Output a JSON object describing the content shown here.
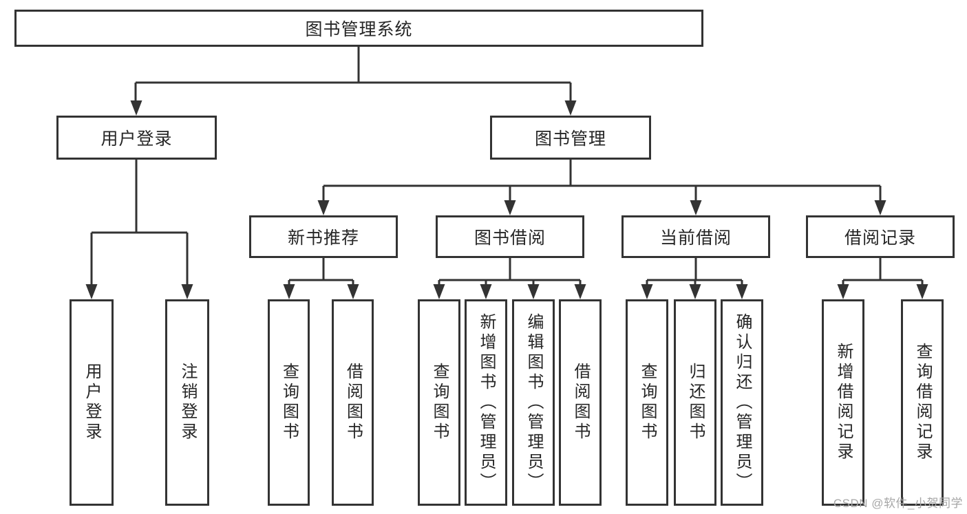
{
  "diagram": {
    "type": "hierarchy",
    "nodes": {
      "root": {
        "label": "图书管理系统"
      },
      "branches": [
        {
          "label": "用户登录"
        },
        {
          "label": "图书管理"
        }
      ],
      "sections": [
        {
          "label": "新书推荐",
          "parent": "图书管理"
        },
        {
          "label": "图书借阅",
          "parent": "图书管理"
        },
        {
          "label": "当前借阅",
          "parent": "图书管理"
        },
        {
          "label": "借阅记录",
          "parent": "图书管理"
        }
      ],
      "leaves": [
        {
          "label": "用户登录",
          "parent": "用户登录"
        },
        {
          "label": "注销登录",
          "parent": "用户登录"
        },
        {
          "label": "查询图书",
          "parent": "新书推荐"
        },
        {
          "label": "借阅图书",
          "parent": "新书推荐"
        },
        {
          "label": "查询图书",
          "parent": "图书借阅"
        },
        {
          "label": "新增图书（管理员）",
          "parent": "图书借阅"
        },
        {
          "label": "编辑图书（管理员）",
          "parent": "图书借阅"
        },
        {
          "label": "借阅图书",
          "parent": "图书借阅"
        },
        {
          "label": "查询图书",
          "parent": "当前借阅"
        },
        {
          "label": "归还图书",
          "parent": "当前借阅"
        },
        {
          "label": "确认归还（管理员）",
          "parent": "当前借阅"
        },
        {
          "label": "新增借阅记录",
          "parent": "借阅记录"
        },
        {
          "label": "查询借阅记录",
          "parent": "借阅记录"
        }
      ]
    }
  },
  "watermark": "CSDN @软件_小贺同学",
  "colors": {
    "line": "#333333",
    "box_border": "#333333",
    "box_bg": "#ffffff",
    "text": "#262626",
    "watermark": "#a6a6a6"
  }
}
